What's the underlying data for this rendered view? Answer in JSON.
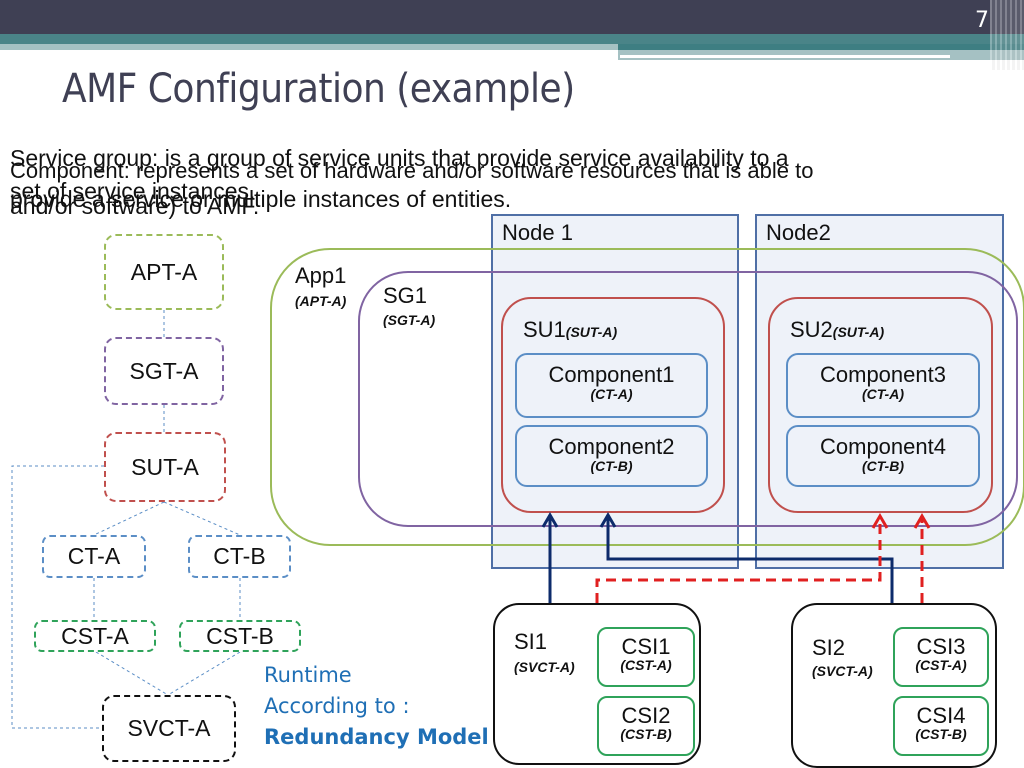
{
  "slide": {
    "number": "7",
    "title": "AMF Configuration (example)"
  },
  "overlapping_text": {
    "line1": "Service group: is a group of service units that provide service availability to a",
    "line1b": "Component: represents a set of hardware and/or software resources that is able to",
    "line2": "set of service instances.",
    "line2b": "and/or  software) to AMF.",
    "line3": "provide a service or multiple instances of entities."
  },
  "types": {
    "apt": "APT-A",
    "sgt": "SGT-A",
    "sut": "SUT-A",
    "ct_a": "CT-A",
    "ct_b": "CT-B",
    "cst_a": "CST-A",
    "cst_b": "CST-B",
    "svct": "SVCT-A"
  },
  "runtime_note": {
    "line1": "Runtime",
    "line2": "According to :",
    "line3": "Redundancy Model"
  },
  "nodes": [
    {
      "label": "Node 1"
    },
    {
      "label": "Node2"
    }
  ],
  "app": {
    "label": "App1",
    "type": "(APT-A)"
  },
  "sg": {
    "label": "SG1",
    "type": "(SGT-A)"
  },
  "service_units": [
    {
      "label": "SU1",
      "type": "(SUT-A)",
      "components": [
        {
          "label": "Component1",
          "type": "(CT-A)"
        },
        {
          "label": "Component2",
          "type": "(CT-B)"
        }
      ]
    },
    {
      "label": "SU2",
      "type": "(SUT-A)",
      "components": [
        {
          "label": "Component3",
          "type": "(CT-A)"
        },
        {
          "label": "Component4",
          "type": "(CT-B)"
        }
      ]
    }
  ],
  "service_instances": [
    {
      "label": "SI1",
      "type": "(SVCT-A)",
      "csis": [
        {
          "label": "CSI1",
          "type": "(CST-A)"
        },
        {
          "label": "CSI2",
          "type": "(CST-B)"
        }
      ]
    },
    {
      "label": "SI2",
      "type": "(SVCT-A)",
      "csis": [
        {
          "label": "CSI3",
          "type": "(CST-A)"
        },
        {
          "label": "CSI4",
          "type": "(CST-B)"
        }
      ]
    }
  ],
  "colors": {
    "header": "#3f4054",
    "teal": "#4a8488",
    "app_green": "#9bbb59",
    "sg_purple": "#8064a2",
    "su_red": "#c0504d",
    "component_blue": "#5b8ec6",
    "node_fill": "#eef2f9",
    "csi_green": "#2fa35a",
    "active_arrow": "#0d2b6b",
    "standby_arrow": "#e02020",
    "runtime_blue": "#1f6fb5"
  }
}
